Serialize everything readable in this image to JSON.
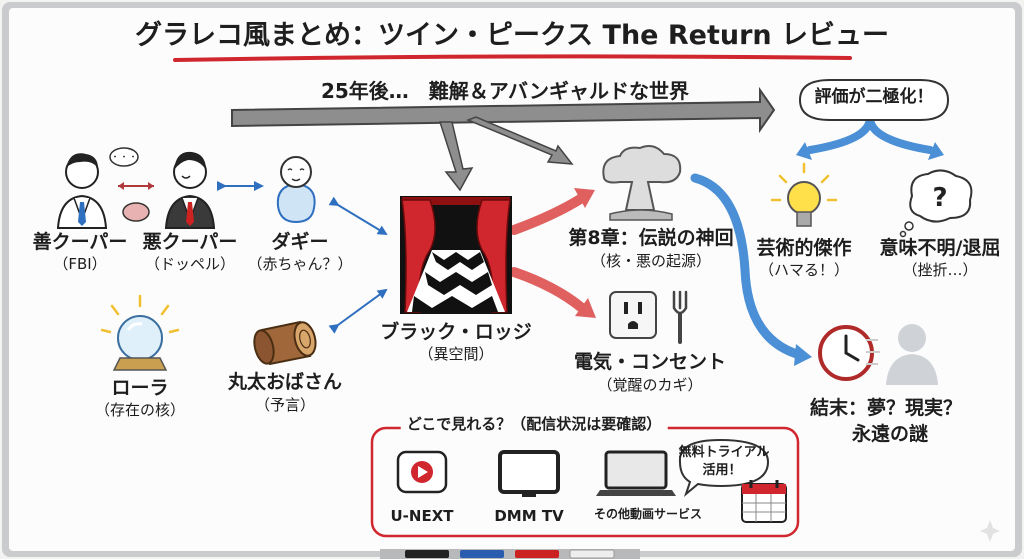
{
  "title": "グラレコ風まとめ：ツイン・ピークス The Return レビュー",
  "timeline": "25年後…　難解＆アバンギャルドな世界",
  "reviews": {
    "heading": "評価が二極化！",
    "positive": {
      "label": "芸術的傑作",
      "sub": "（ハマる！）"
    },
    "negative": {
      "label": "意味不明/退屈",
      "sub": "（挫折…）"
    }
  },
  "characters": {
    "good_cooper": {
      "label": "善クーパー",
      "sub": "（FBI）"
    },
    "evil_cooper": {
      "label": "悪クーパー",
      "sub": "（ドッペル）"
    },
    "dougie": {
      "label": "ダギー",
      "sub": "（赤ちゃん？）"
    },
    "laura": {
      "label": "ローラ",
      "sub": "（存在の核）"
    },
    "log_lady": {
      "label": "丸太おばさん",
      "sub": "（予言）"
    }
  },
  "black_lodge": {
    "label": "ブラック・ロッジ",
    "sub": "（異空間）"
  },
  "episode8": {
    "label": "第8章：伝説の神回",
    "sub": "（核・悪の起源）"
  },
  "outlet": {
    "label": "電気・コンセント",
    "sub": "（覚醒のカギ）"
  },
  "ending": {
    "line1": "結末：夢？現実？",
    "line2": "永遠の謎"
  },
  "streaming": {
    "heading": "どこで見れる？（配信状況は要確認）",
    "services": [
      "U-NEXT",
      "DMM TV",
      "その他動画サービス"
    ],
    "bubble": [
      "無料トライアル",
      "活用！"
    ]
  },
  "colors": {
    "accent_red": "#d0262e",
    "arrow_blue": "#4b8fd6",
    "arrow_gray": "#8e8e8e",
    "ink": "#1e1e1e"
  },
  "icons": [
    "speech-bubble-icon",
    "person-icon",
    "baby-icon",
    "crystal-ball-icon",
    "log-icon",
    "red-curtain-icon",
    "mushroom-cloud-icon",
    "power-outlet-icon",
    "fork-icon",
    "lightbulb-icon",
    "question-thought-icon",
    "clock-icon",
    "silhouette-icon",
    "youtube-play-icon",
    "tv-icon",
    "laptop-icon",
    "calendar-icon",
    "marker-pen-icon"
  ]
}
